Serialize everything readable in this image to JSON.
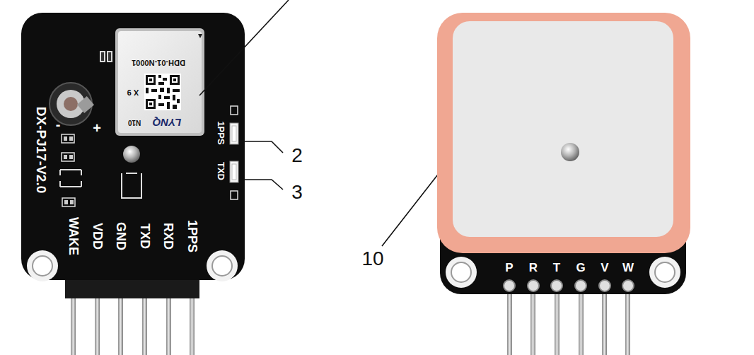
{
  "diagram": {
    "labels": [
      "DDH-01-N0001",
      "X 9",
      "N10",
      "LYNQ",
      "DX-PJ17-V2.0",
      "-",
      "+",
      "1PPS",
      "TXD",
      "WAKE",
      "VDD",
      "GND",
      "TXD",
      "RXD",
      "1PPS",
      "2",
      "3",
      "10",
      "P",
      "R",
      "T",
      "G",
      "V",
      "W"
    ]
  }
}
